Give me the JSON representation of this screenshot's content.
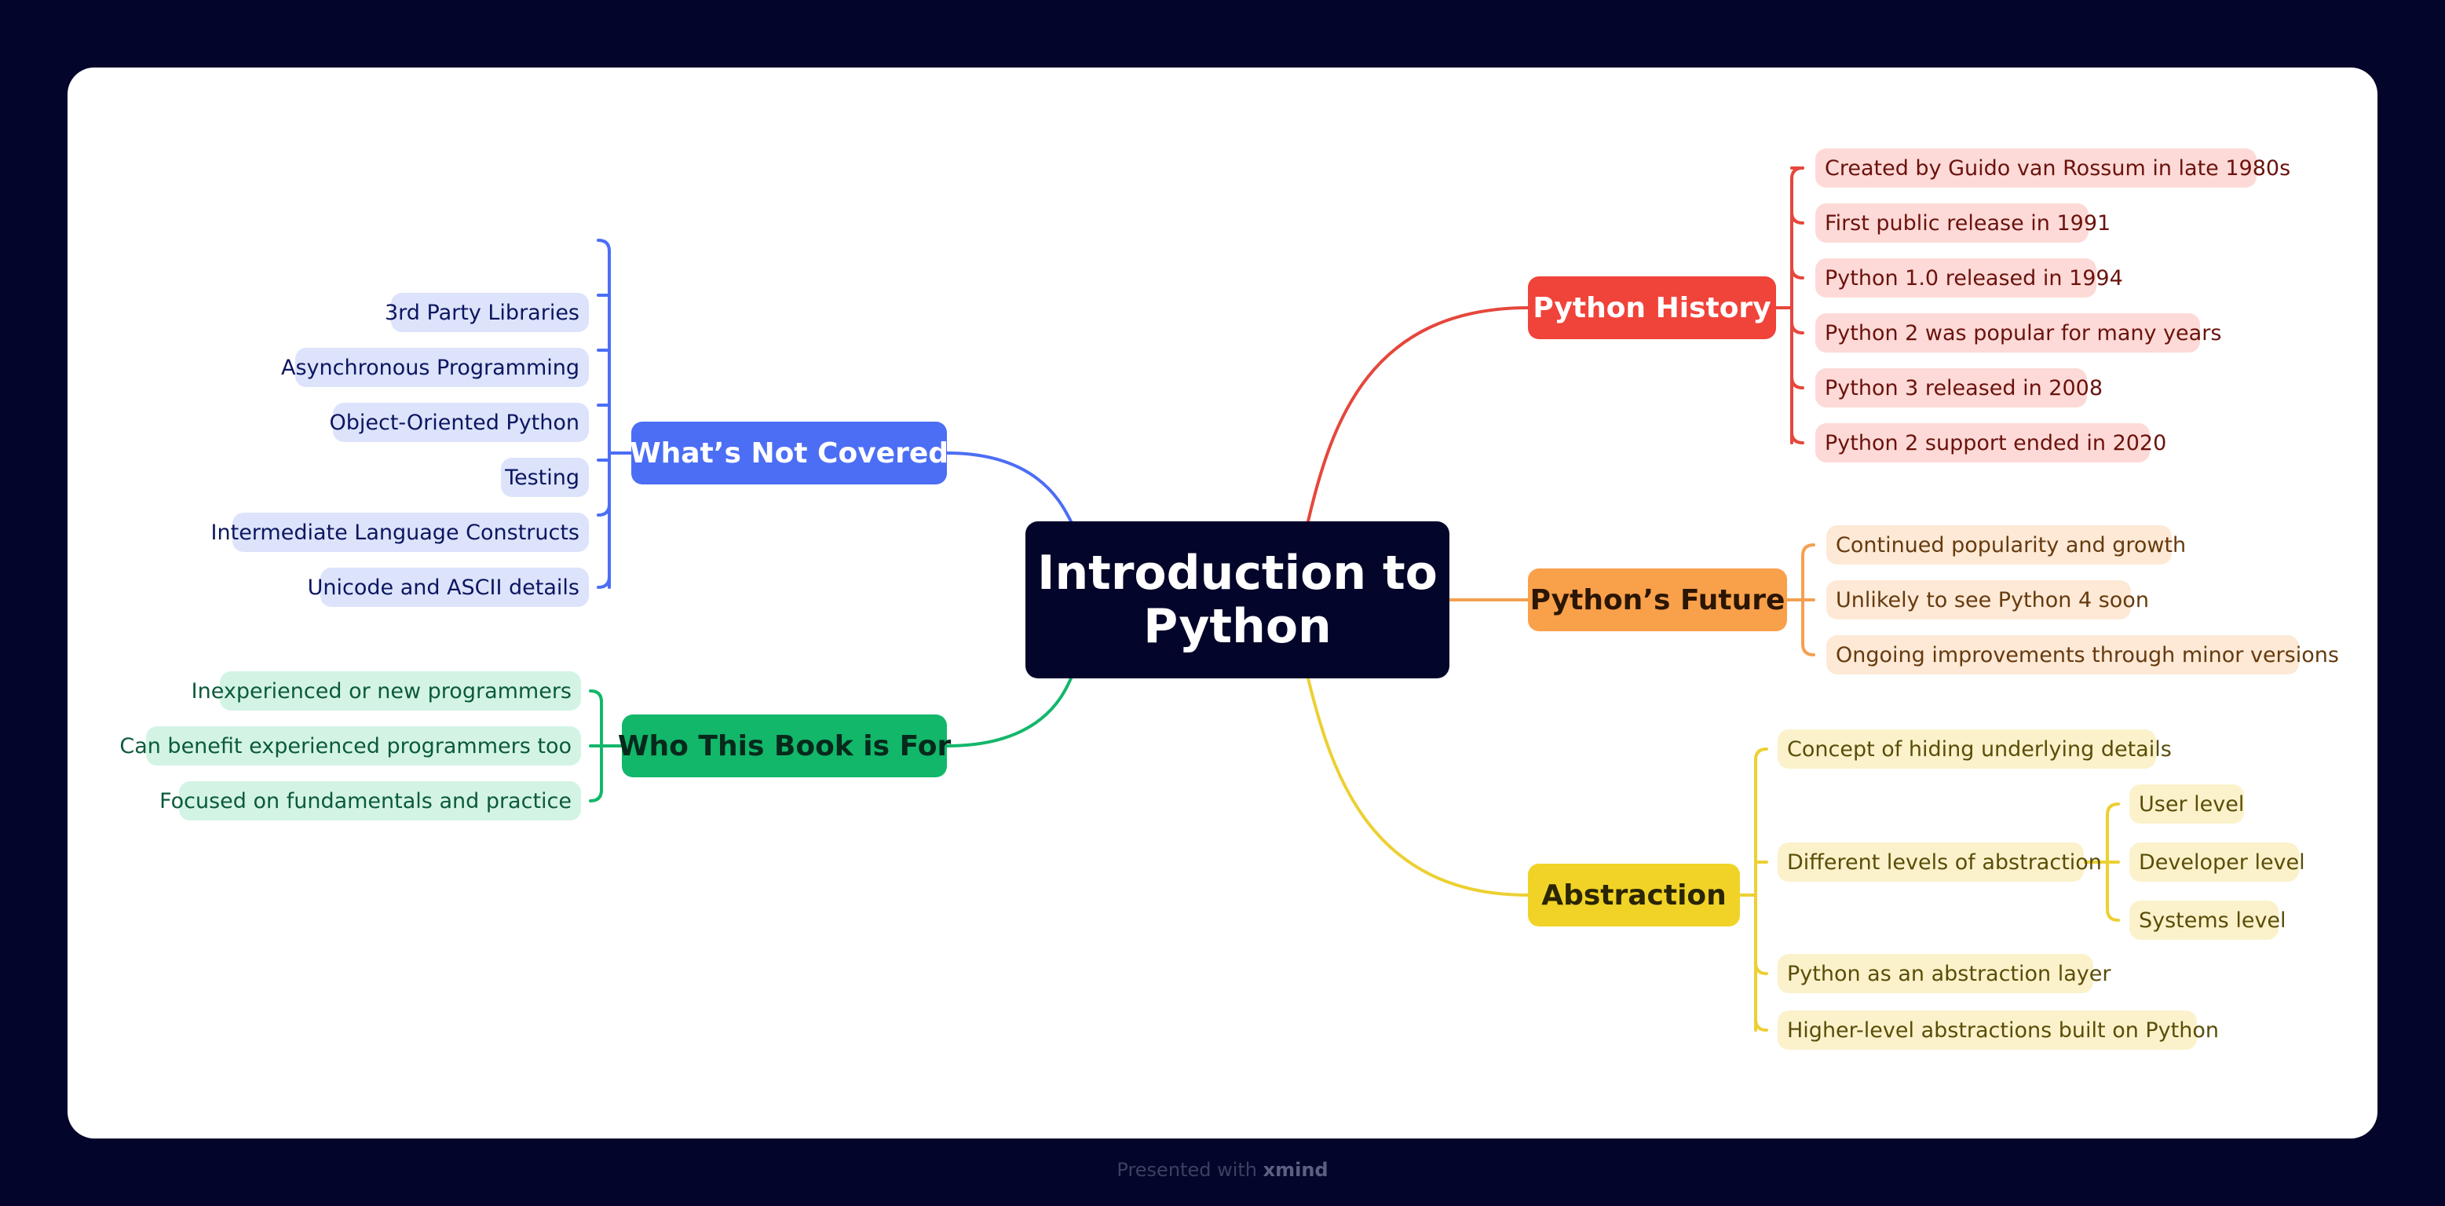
{
  "central": {
    "line1": "Introduction to",
    "line2": "Python"
  },
  "branches": {
    "not_covered": {
      "label": "What’s Not Covered",
      "color": "#4c6ef5",
      "items": [
        "3rd Party Libraries",
        "Asynchronous Programming",
        "Object-Oriented Python",
        "Testing",
        "Intermediate Language Constructs",
        "Unicode and ASCII details"
      ]
    },
    "who_for": {
      "label": "Who This Book is For",
      "color": "#12b76a",
      "items": [
        "Inexperienced or new programmers",
        "Can benefit experienced programmers too",
        "Focused on fundamentals and practice"
      ]
    },
    "history": {
      "label": "Python History",
      "color": "#f0433a",
      "items": [
        "Created by Guido van Rossum in late 1980s",
        "First public release in 1991",
        "Python 1.0 released in 1994",
        "Python 2 was popular for many years",
        "Python 3 released in 2008",
        "Python 2 support ended in 2020"
      ]
    },
    "future": {
      "label": "Python’s Future",
      "color": "#f9a04b",
      "items": [
        "Continued popularity and growth",
        "Unlikely to see Python 4 soon",
        "Ongoing improvements through minor versions"
      ]
    },
    "abstraction": {
      "label": "Abstraction",
      "color": "#f0d326",
      "items": [
        "Concept of hiding underlying details",
        "Different levels of abstraction",
        "Python as an abstraction layer",
        "Higher-level abstractions built on Python"
      ],
      "levels": [
        "User level",
        "Developer level",
        "Systems level"
      ]
    }
  },
  "footer": {
    "prefix": "Presented with",
    "brand": "xmind"
  }
}
